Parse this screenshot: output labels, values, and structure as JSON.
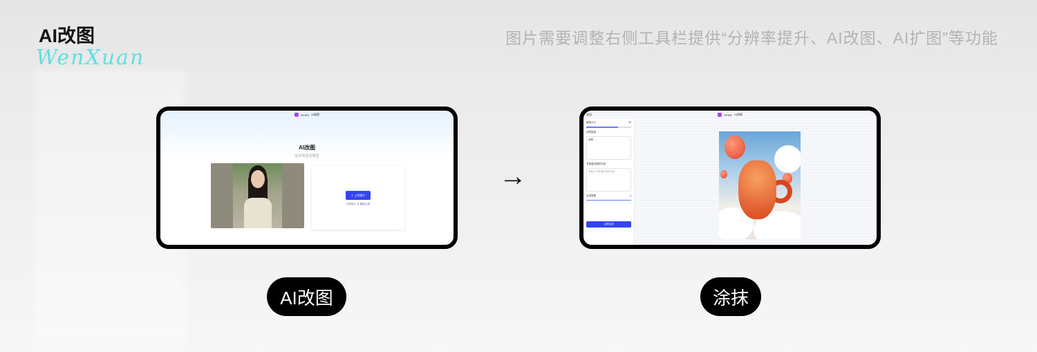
{
  "brand": {
    "title": "AI改图",
    "signature": "WenXuan"
  },
  "headline": "图片需要调整右侧工具栏提供“分辨率提升、AI改图、AI扩图”等功能",
  "arrow": "→",
  "left": {
    "caption": "AI改图",
    "topbar": {
      "app": "WHEE",
      "page": "AI改图"
    },
    "title": "AI改图",
    "subtitle": "想改哪里改哪里",
    "upload_button": "上传图片",
    "upload_hint_prefix": "拖拽图片 或",
    "upload_hint_link": "粘贴上传"
  },
  "right": {
    "caption": "涂抹",
    "topbar": {
      "app": "WHEE",
      "page": "AI改图",
      "back": "返回"
    },
    "panel": {
      "brush_size": "画笔大小",
      "brush_value": "30",
      "prompt_label": "创意描述",
      "prompt_value": "涂抹",
      "negative_label": "不希望出现的内容",
      "negative_placeholder": "请输入不希望出现的内容",
      "count_label": "生成张数",
      "count_value": "4",
      "generate": "立即生成",
      "brush_fill": 0.7,
      "count_fill": 1.0
    },
    "accent": "#3345f0"
  }
}
